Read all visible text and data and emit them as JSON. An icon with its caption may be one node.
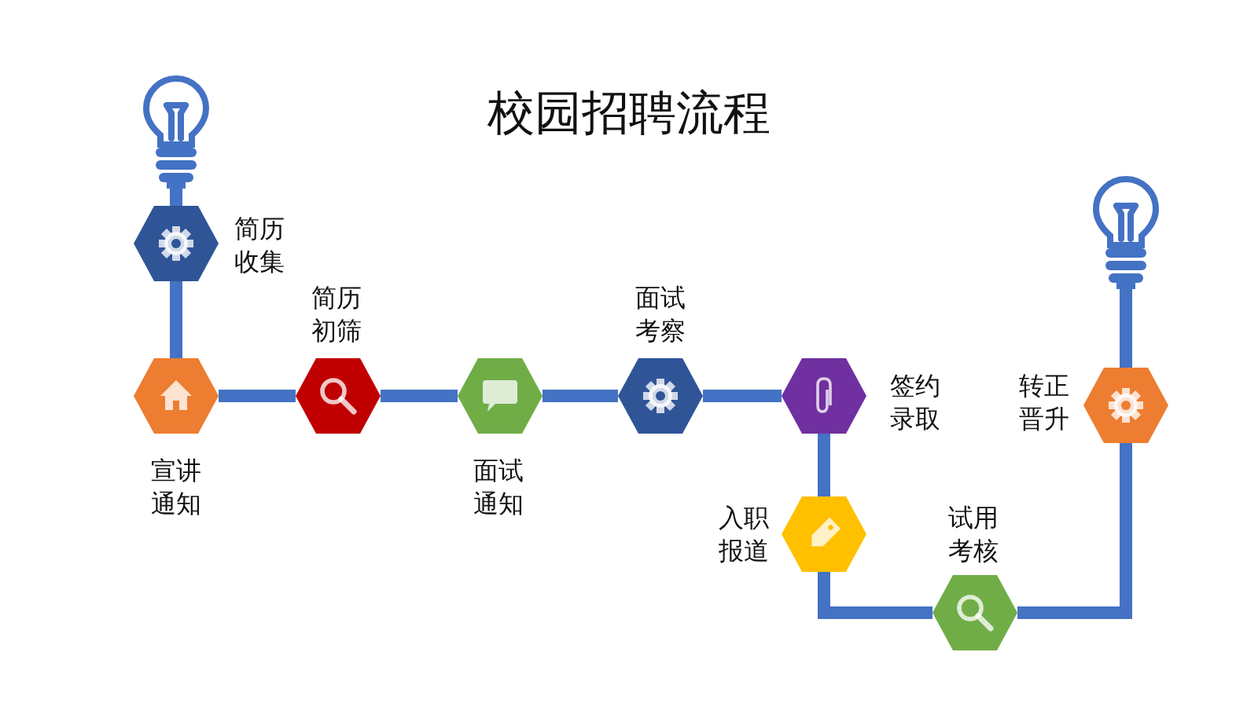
{
  "diagram": {
    "title": "校园招聘流程",
    "nodes": [
      {
        "text": [],
        "shape": "bulb"
      },
      {
        "text": [],
        "shape": "hexagon",
        "beside": [
          "简历收集"
        ]
      },
      {
        "text": [],
        "shape": "hexagon",
        "beside": [
          "宣讲通知"
        ]
      },
      {
        "text": [],
        "shape": "hexagon",
        "beside": [
          "简历初筛"
        ]
      },
      {
        "text": [],
        "shape": "hexagon",
        "beside": [
          "面试通知"
        ]
      },
      {
        "text": [],
        "shape": "hexagon",
        "beside": [
          "面试考察"
        ]
      },
      {
        "text": [],
        "shape": "hexagon",
        "beside": [
          "签约录取"
        ]
      },
      {
        "text": [],
        "shape": "hexagon",
        "beside": [
          "入职报道"
        ]
      },
      {
        "text": [],
        "shape": "hexagon",
        "beside": [
          "试用考核"
        ]
      },
      {
        "text": [],
        "shape": "hexagon",
        "beside": [
          "转正晋升"
        ]
      },
      {
        "text": [],
        "shape": "bulb"
      }
    ],
    "edges": [
      {
        "from": 0,
        "to": 1,
        "arrow": "none"
      },
      {
        "from": 1,
        "to": 2,
        "arrow": "none"
      },
      {
        "from": 2,
        "to": 3,
        "arrow": "none"
      },
      {
        "from": 3,
        "to": 4,
        "arrow": "none"
      },
      {
        "from": 4,
        "to": 5,
        "arrow": "none"
      },
      {
        "from": 5,
        "to": 6,
        "arrow": "none"
      },
      {
        "from": 6,
        "to": 7,
        "arrow": "none"
      },
      {
        "from": 7,
        "to": 8,
        "arrow": "none"
      },
      {
        "from": 8,
        "to": 9,
        "arrow": "none"
      },
      {
        "from": 9,
        "to": 10,
        "arrow": "none"
      }
    ]
  }
}
